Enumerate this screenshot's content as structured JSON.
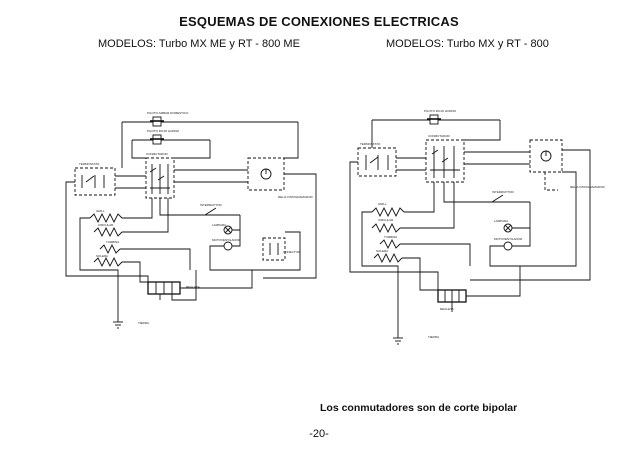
{
  "header": {
    "title": "ESQUEMAS DE CONEXIONES ELECTRICAS",
    "model_left": "MODELOS: Turbo MX ME y RT - 800 ME",
    "model_right": "MODELOS: Turbo MX y RT - 800"
  },
  "left_diagram": {
    "labels": {
      "pilot_amber": "PILOTO AMBAR DOMESTICO",
      "pilot_red": "PILOTO ROJO HORNO",
      "thermostat": "TERMOSTATO",
      "switch": "CONMUTADOR",
      "relay": "RELOJ PROGRAMADOR",
      "interrupter": "INTERRUPTOR",
      "lamp": "LAMPARA",
      "motor": "MOTOVENTILADOR",
      "grill": "GRILL",
      "circular": "CIRCULAR",
      "turbine": "TURBINA",
      "bottom_res": "SOLERA",
      "connector": "CONECTOR",
      "terminal": "REGLETA",
      "earth": "TIERRA"
    }
  },
  "right_diagram": {
    "labels": {
      "pilot_red": "PILOTO ROJO HORNO",
      "thermostat": "TERMOSTATO",
      "switch": "CONMUTADOR",
      "relay": "RELOJ PROGRAMADOR",
      "interrupter": "INTERRUPTOR",
      "lamp": "LAMPARA",
      "motor": "MOTOVENTILADOR",
      "grill": "GRILL",
      "circular": "CIRCULAR",
      "turbine": "TURBINA",
      "bottom_res": "SOLERA",
      "terminal": "REGLETA",
      "earth": "TIERRA"
    }
  },
  "footer": {
    "note": "Los conmutadores son de corte bipolar",
    "page": "-20-"
  }
}
